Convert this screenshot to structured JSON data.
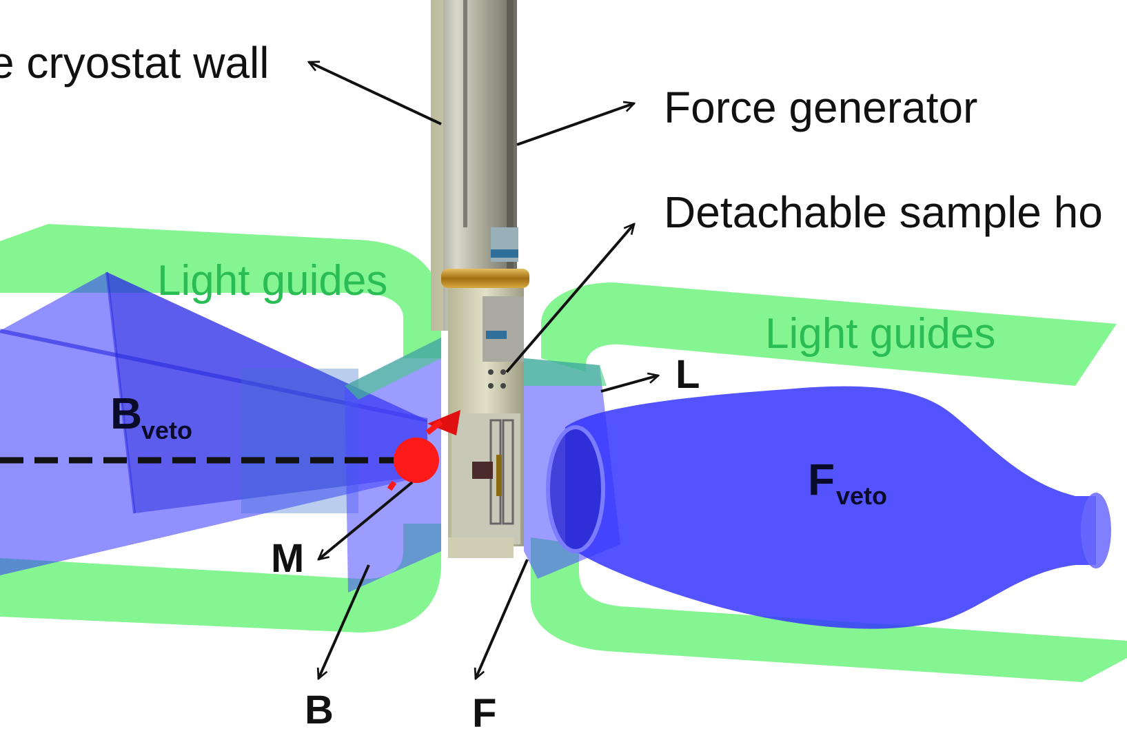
{
  "labels": {
    "cryostat_wall": "e cryostat wall",
    "force_generator": "Force generator",
    "sample_holder": "Detachable sample ho",
    "light_guides_left": "Light guides",
    "light_guides_right": "Light guides",
    "b_veto": "B",
    "b_veto_sub": "veto",
    "f_veto": "F",
    "f_veto_sub": "veto",
    "l": "L",
    "m": "M",
    "b": "B",
    "f": "F"
  },
  "colors": {
    "light_guide": "#5cf26e",
    "light_guide_text": "#2bbd55",
    "detector": "#3535ff",
    "target": "#ff1a1a",
    "text": "#111111"
  }
}
